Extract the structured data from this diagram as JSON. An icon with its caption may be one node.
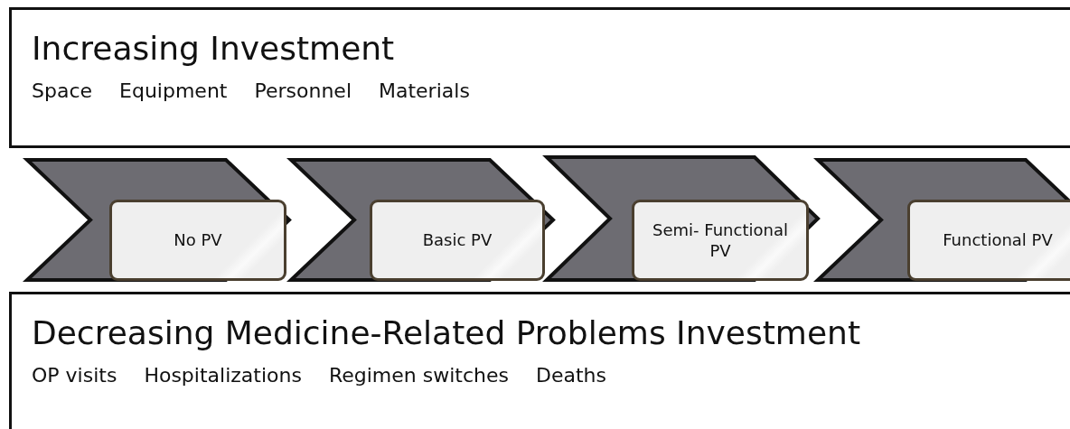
{
  "diagram": {
    "nodes": [
      {
        "text": [
          "Increasing Investment",
          "Space",
          "Equipment",
          "Personnel",
          "Materials"
        ]
      },
      {
        "text": [],
        "shape": "chevron"
      },
      {
        "text": [],
        "shape": "chevron"
      },
      {
        "text": [],
        "shape": "chevron"
      },
      {
        "text": [],
        "shape": "chevron"
      },
      {
        "text": [
          "No PV"
        ],
        "in": 1
      },
      {
        "text": [
          "Basic PV"
        ],
        "in": 2
      },
      {
        "text": [
          "Semi- Functional PV"
        ],
        "in": 3
      },
      {
        "text": [
          "Functional PV"
        ],
        "in": 4
      },
      {
        "text": [
          "Decreasing Medicine-Related Problems Investment",
          "OP visits",
          "Hospitalizations",
          "Regimen switches",
          "Deaths"
        ]
      }
    ]
  }
}
